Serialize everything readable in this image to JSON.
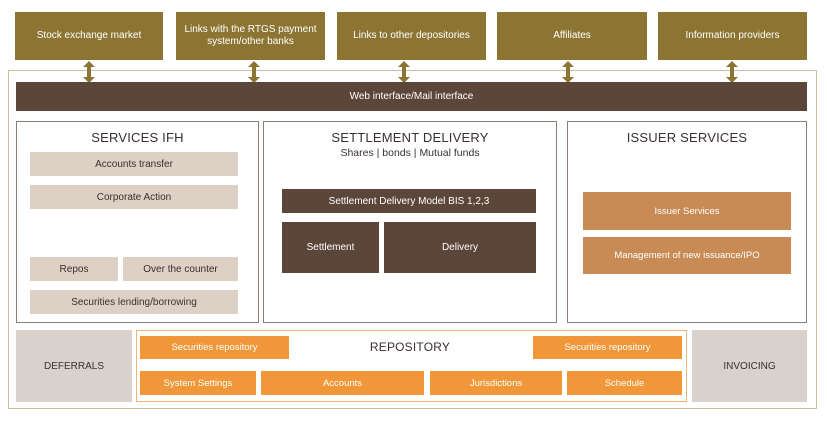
{
  "top_boxes": [
    {
      "label": "Stock exchange market"
    },
    {
      "label": "Links with the RTGS payment system/other banks"
    },
    {
      "label": "Links to other depositories"
    },
    {
      "label": "Affiliates"
    },
    {
      "label": "Information providers"
    }
  ],
  "web_interface": "Web interface/Mail interface",
  "services_ifh": {
    "title": "SERVICES IFH",
    "items": {
      "accounts_transfer": "Accounts transfer",
      "corporate_action": "Corporate Action",
      "repos": "Repos",
      "over_the_counter": "Over the counter",
      "securities_lending": "Securities lending/borrowing"
    }
  },
  "settlement_delivery": {
    "title": "SETTLEMENT DELIVERY",
    "subtitle": "Shares | bonds | Mutual funds",
    "model": "Settlement Delivery Model BIS 1,2,3",
    "settlement": "Settlement",
    "delivery": "Delivery"
  },
  "issuer_services": {
    "title": "ISSUER SERVICES",
    "items": {
      "issuer_services": "Issuer Services",
      "new_issuance": "Management of new issuance/IPO"
    }
  },
  "bottom": {
    "deferrals": "DEFERRALS",
    "invoicing": "INVOICING",
    "repository": {
      "title": "REPOSITORY",
      "securities_repository_left": "Securities repository",
      "securities_repository_right": "Securities repository",
      "system_settings": "System Settings",
      "accounts": "Accounts",
      "jurisdictions": "Jurisdictions",
      "schedule": "Schedule"
    }
  },
  "colors": {
    "gold": "#8c7433",
    "dark_brown": "#5c4539",
    "beige": "#ddd0c5",
    "tan": "#c98b55",
    "orange": "#f0973a",
    "grey": "#d9d1cb"
  }
}
